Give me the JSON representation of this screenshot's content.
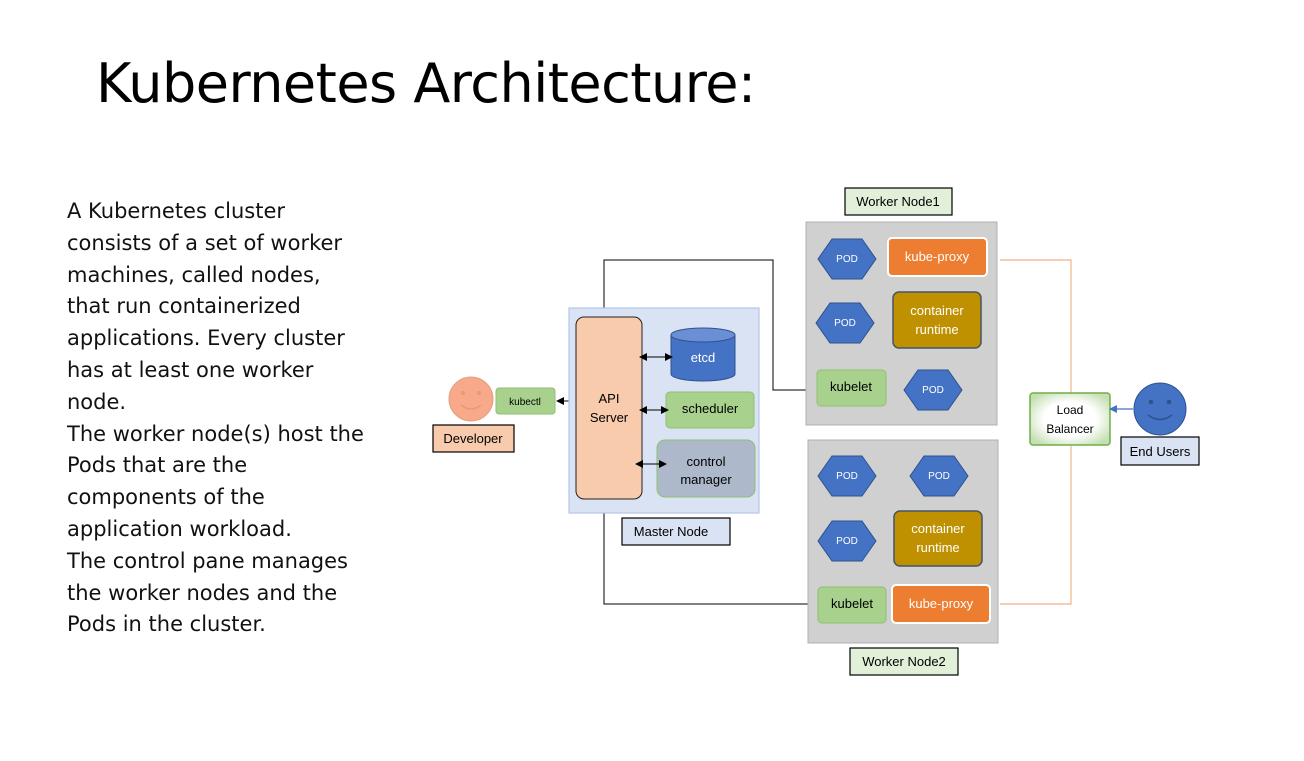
{
  "slide": {
    "title": "Kubernetes Architecture:",
    "description": [
      "A Kubernetes cluster consists of a set of worker machines, called nodes, that run containerized applications. Every cluster has at least one worker node.",
      "The worker node(s) host the Pods that are the components of the application workload.",
      "The control pane manages the worker nodes and the Pods in the cluster."
    ]
  },
  "diagram": {
    "developer": {
      "label": "Developer",
      "tool": "kubectl"
    },
    "master_node": {
      "label": "Master Node",
      "api_server": [
        "API",
        "Server"
      ],
      "etcd": "etcd",
      "scheduler": "scheduler",
      "controller_manager": [
        "control",
        "manager"
      ]
    },
    "worker_node1": {
      "label": "Worker Node1",
      "pods": [
        "POD",
        "POD",
        "POD"
      ],
      "kube_proxy": "kube-proxy",
      "container_runtime": [
        "container",
        "runtime"
      ],
      "kubelet": "kubelet"
    },
    "worker_node2": {
      "label": "Worker Node2",
      "pods": [
        "POD",
        "POD",
        "POD"
      ],
      "kube_proxy": "kube-proxy",
      "container_runtime": [
        "container",
        "runtime"
      ],
      "kubelet": "kubelet"
    },
    "load_balancer": [
      "Load",
      "Balancer"
    ],
    "end_users": "End Users",
    "colors": {
      "pod": "#4472c4",
      "kube_proxy": "#ed7d31",
      "container_runtime": "#bf9000",
      "green_component": "#a9d18e",
      "grey_component": "#adb9ca",
      "node_bg": "#d0d0d0",
      "master_bg": "#dae3f3",
      "api_server": "#f8cbad",
      "label_green": "#e2f0d9",
      "label_blue": "#dae3f3",
      "orange_line": "#f4b183"
    }
  }
}
